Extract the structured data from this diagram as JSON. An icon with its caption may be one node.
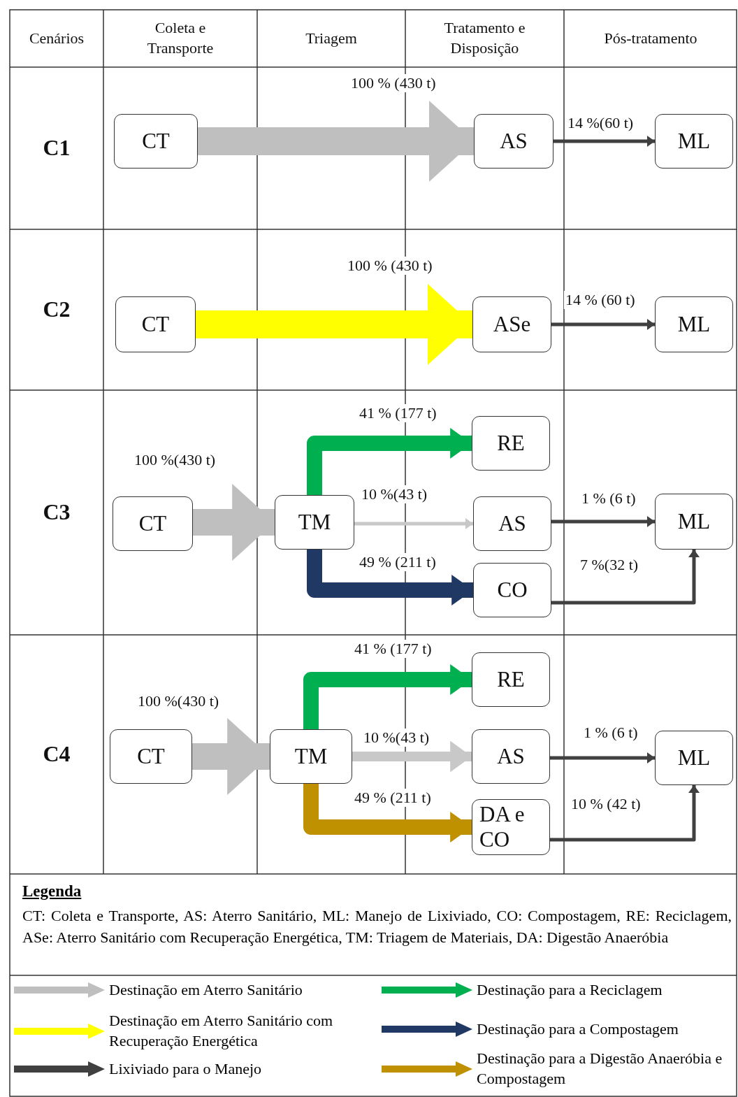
{
  "diagram": {
    "nodes": [
      {
        "text": [
          "CT"
        ]
      },
      {
        "text": [
          "AS"
        ]
      },
      {
        "text": [
          "ML"
        ]
      },
      {
        "text": [
          "CT"
        ]
      },
      {
        "text": [
          "ASe"
        ]
      },
      {
        "text": [
          "ML"
        ]
      },
      {
        "text": [
          "CT"
        ]
      },
      {
        "text": [
          "TM"
        ]
      },
      {
        "text": [
          "RE"
        ]
      },
      {
        "text": [
          "AS"
        ]
      },
      {
        "text": [
          "ML"
        ]
      },
      {
        "text": [
          "CO"
        ]
      },
      {
        "text": [
          "CT"
        ]
      },
      {
        "text": [
          "TM"
        ]
      },
      {
        "text": [
          "RE"
        ]
      },
      {
        "text": [
          "AS"
        ]
      },
      {
        "text": [
          "ML"
        ]
      },
      {
        "text": [
          "DA e CO"
        ]
      }
    ],
    "edges": [
      {
        "from": 0,
        "to": 1,
        "arrow": "to",
        "label": "100 % (430 t)",
        "style": "thick",
        "color": "#bfbfbf"
      },
      {
        "from": 1,
        "to": 2,
        "arrow": "to",
        "label": "14 %(60 t)"
      },
      {
        "from": 3,
        "to": 4,
        "arrow": "to",
        "label": "100 % (430 t)",
        "style": "thick",
        "color": "#ffff00"
      },
      {
        "from": 4,
        "to": 5,
        "arrow": "to",
        "label": "14 % (60 t)"
      },
      {
        "from": 6,
        "to": 7,
        "arrow": "to",
        "label": "100 %(430 t)",
        "style": "thick",
        "color": "#bfbfbf"
      },
      {
        "from": 7,
        "to": 8,
        "arrow": "to",
        "label": "41 % (177 t)",
        "color": "#00b050"
      },
      {
        "from": 7,
        "to": 9,
        "arrow": "to",
        "label": "10 %(43 t)",
        "color": "#c8c8c8"
      },
      {
        "from": 7,
        "to": 11,
        "arrow": "to",
        "label": "49 % (211 t)",
        "color": "#1f3864"
      },
      {
        "from": 9,
        "to": 10,
        "arrow": "to",
        "label": "1 % (6 t)"
      },
      {
        "from": 11,
        "to": 10,
        "arrow": "to",
        "label": "7 %(32 t)"
      },
      {
        "from": 12,
        "to": 13,
        "arrow": "to",
        "label": "100 %(430 t)",
        "style": "thick",
        "color": "#bfbfbf"
      },
      {
        "from": 13,
        "to": 14,
        "arrow": "to",
        "label": "41 % (177 t)",
        "color": "#00b050"
      },
      {
        "from": 13,
        "to": 15,
        "arrow": "to",
        "label": "10 %(43 t)",
        "color": "#c8c8c8"
      },
      {
        "from": 13,
        "to": 17,
        "arrow": "to",
        "label": "49 % (211 t)",
        "color": "#bf9000"
      },
      {
        "from": 15,
        "to": 16,
        "arrow": "to",
        "label": "1 % (6 t)"
      },
      {
        "from": 17,
        "to": 16,
        "arrow": "to",
        "label": "10 % (42 t)"
      }
    ],
    "labels": [
      "Cenários",
      "Coleta e Transporte",
      "Triagem",
      "Tratamento e Disposição",
      "Pós-tratamento",
      "C1",
      "C2",
      "C3",
      "C4",
      "Legenda",
      "CT: Coleta e Transporte, AS: Aterro Sanitário, ML: Manejo de Lixiviado, CO: Compostagem, RE: Reciclagem, ASe: Aterro Sanitário com Recuperação Energética, TM: Triagem de Materiais, DA: Digestão Anaeróbia"
    ],
    "legend": [
      {
        "text": "Destinação em Aterro Sanitário"
      },
      {
        "text": "Destinação para a Reciclagem"
      },
      {
        "text": "Destinação em Aterro Sanitário com Recuperação Energética"
      },
      {
        "text": "Destinação para a Compostagem"
      },
      {
        "text": "Lixiviado para o Manejo"
      },
      {
        "text": "Destinação para a Digestão Anaeróbia e Compostagem"
      }
    ]
  }
}
